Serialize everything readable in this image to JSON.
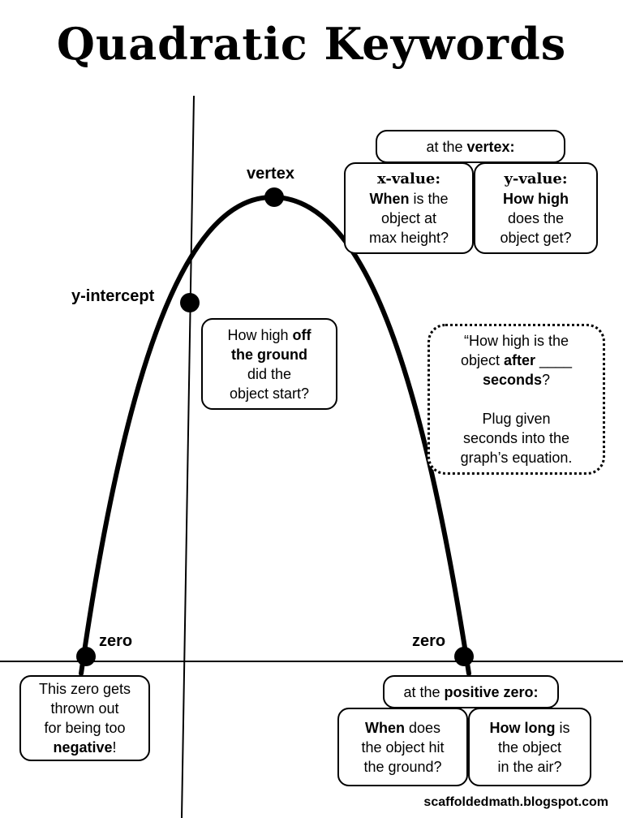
{
  "title": "Quadratic Keywords",
  "labels": {
    "vertex": "vertex",
    "y_intercept": "y-intercept",
    "zero_left": "zero",
    "zero_right": "zero"
  },
  "vertex_header": {
    "pre": "at the ",
    "bold": "vertex:"
  },
  "x_value_box": {
    "heading": "x-value:",
    "l1_bold": "When",
    "l1_rest": " is the",
    "l2": "object at",
    "l3": "max height?"
  },
  "y_value_box": {
    "heading": "y-value:",
    "l1_bold": "How high",
    "l2": "does the",
    "l3": "object get?"
  },
  "y_intercept_box": {
    "l1_pre": "How high ",
    "l1_bold": "off",
    "l2_bold": "the ground",
    "l3": "did the",
    "l4": "object start?"
  },
  "after_seconds_box": {
    "l1": "“How high is the",
    "l2_pre": "object ",
    "l2_bold": "after",
    "l2_post": " ____",
    "l3_bold": "seconds",
    "l3_post": "?",
    "l4": "Plug given",
    "l5": "seconds into the",
    "l6": "graph’s equation."
  },
  "negative_zero_box": {
    "l1": "This zero gets",
    "l2": "thrown out",
    "l3": "for being too",
    "l4_bold": "negative",
    "l4_post": "!"
  },
  "positive_zero_header": {
    "pre": "at the ",
    "bold": "positive zero:"
  },
  "when_box": {
    "l1_bold": "When",
    "l1_rest": " does",
    "l2": "the object hit",
    "l3": "the ground?"
  },
  "how_long_box": {
    "l1_bold": "How long",
    "l1_rest": " is",
    "l2": "the object",
    "l3": "in the air?"
  },
  "footer": "scaffoldedmath.blogspot.com"
}
